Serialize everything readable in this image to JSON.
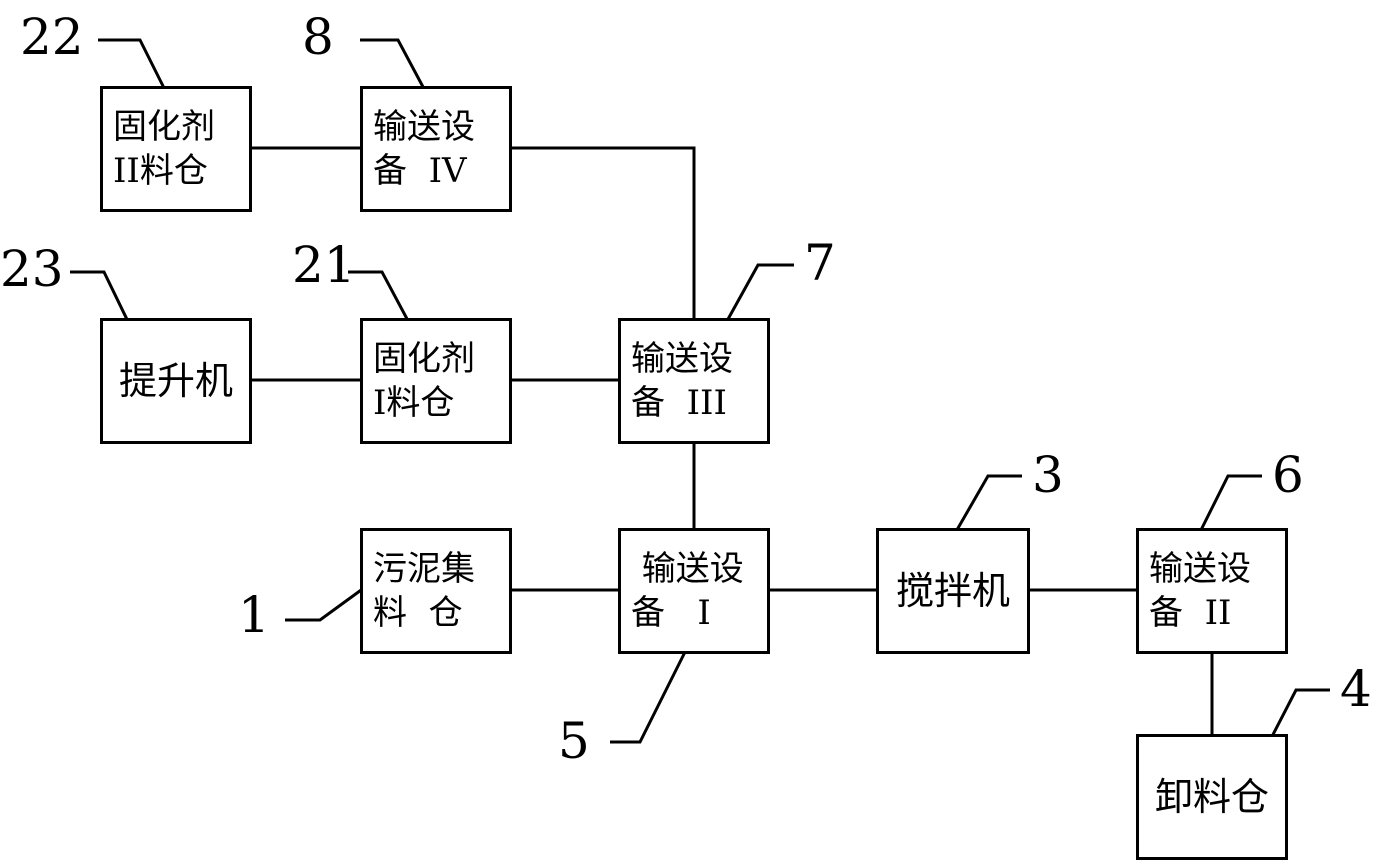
{
  "nodes": {
    "n22": {
      "lines": [
        "固化剂",
        "II料仓"
      ],
      "number": "22"
    },
    "n8": {
      "lines": [
        "输送设",
        "备  IV"
      ],
      "number": "8"
    },
    "n23": {
      "lines": [
        "提升机"
      ],
      "number": "23"
    },
    "n21": {
      "lines": [
        "固化剂",
        "I料仓"
      ],
      "number": "21"
    },
    "n7": {
      "lines": [
        "输送设",
        "备  III"
      ],
      "number": "7"
    },
    "n1": {
      "lines": [
        "污泥集",
        "料  仓"
      ],
      "number": "1"
    },
    "n5": {
      "lines": [
        " 输送设",
        "备   I"
      ],
      "number": "5"
    },
    "n3": {
      "lines": [
        "搅拌机"
      ],
      "number": "3"
    },
    "n6": {
      "lines": [
        "输送设",
        "备  II"
      ],
      "number": "6"
    },
    "n4": {
      "lines": [
        "卸料仓"
      ],
      "number": "4"
    }
  },
  "edges": [
    [
      "n22",
      "n8"
    ],
    [
      "n8",
      "n7"
    ],
    [
      "n23",
      "n21"
    ],
    [
      "n21",
      "n7"
    ],
    [
      "n7",
      "n5"
    ],
    [
      "n1",
      "n5"
    ],
    [
      "n5",
      "n3"
    ],
    [
      "n3",
      "n6"
    ],
    [
      "n6",
      "n4"
    ]
  ]
}
